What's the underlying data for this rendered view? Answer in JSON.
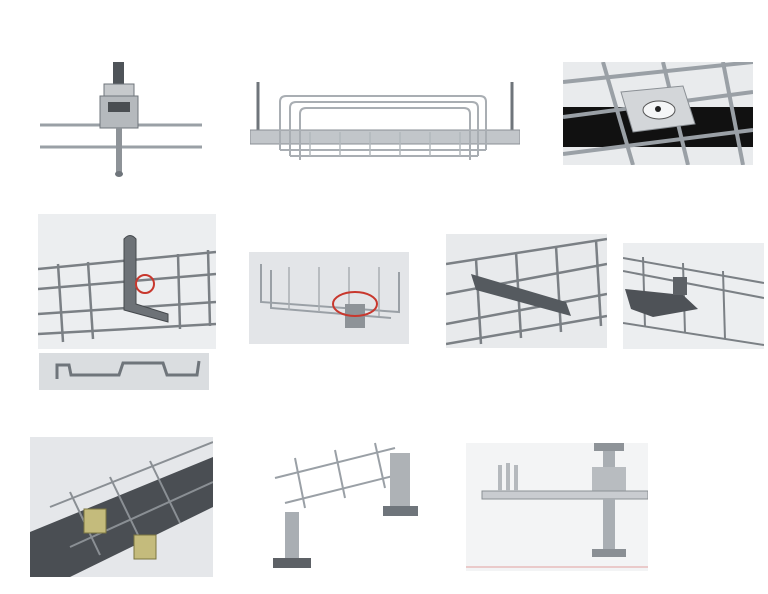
{
  "colors": {
    "background": "#ffffff",
    "steel": "#a9aeb3",
    "steel_dark": "#6f757b",
    "steel_light": "#d7dadd",
    "highlight_red": "#c8372d",
    "bracket_dark": "#5d6166",
    "panel_bg_light": "#eef0f2",
    "panel_bg_grey": "#d9dcdf",
    "floor_dark": "#3e4247",
    "clip_yellow": "#c4bb7c"
  },
  "panels": [
    {
      "id": "rod-clamp",
      "icon": "threaded-rod-clamp-icon"
    },
    {
      "id": "trapeze-hanger",
      "icon": "trapeze-hanger-icon"
    },
    {
      "id": "floor-box-grid",
      "icon": "floor-box-icon"
    },
    {
      "id": "wall-bracket-circled",
      "icon": "wall-bracket-icon",
      "highlighted": true
    },
    {
      "id": "bent-strip",
      "icon": "bent-strip-icon"
    },
    {
      "id": "center-support-circled",
      "icon": "center-support-icon",
      "highlighted": true
    },
    {
      "id": "side-bracket-tray",
      "icon": "side-bracket-icon"
    },
    {
      "id": "end-bracket-tray",
      "icon": "end-bracket-icon"
    },
    {
      "id": "floor-clip-tray",
      "icon": "floor-clip-icon"
    },
    {
      "id": "pedestal-support",
      "icon": "pedestal-icon"
    },
    {
      "id": "raised-floor-support",
      "icon": "raised-floor-icon"
    }
  ]
}
